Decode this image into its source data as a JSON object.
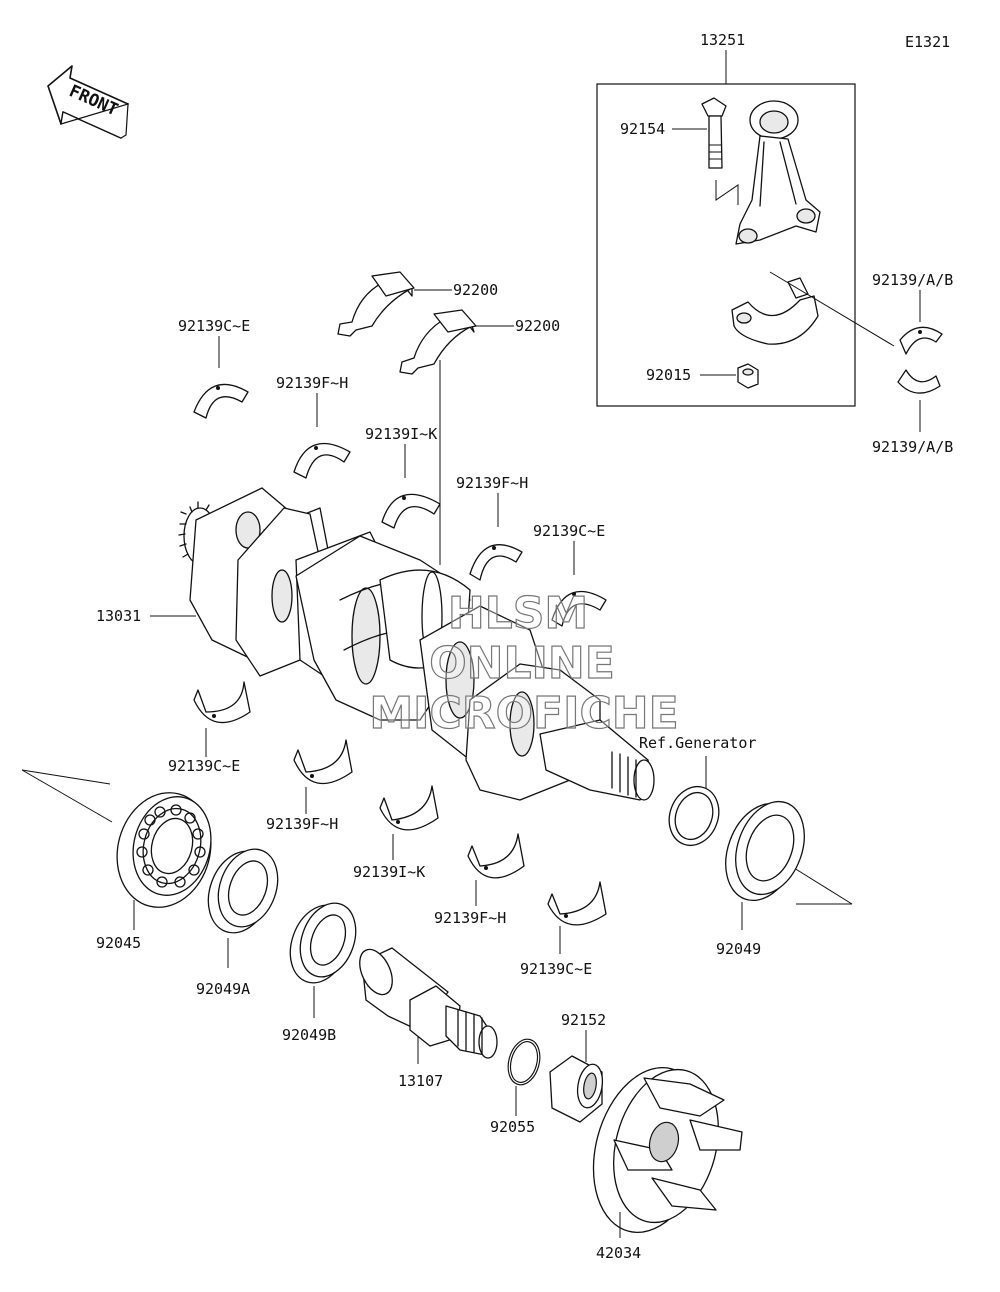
{
  "diagram_id": "E1321",
  "front_label": "FRONT",
  "watermark": [
    "HLSM",
    "ONLINE",
    "MICROFICHE"
  ],
  "labels": {
    "conrod_assy": "13251",
    "conrod_bolt": "92154",
    "conrod_nut": "92015",
    "conrod_bearing_top": "92139/A/B",
    "conrod_bearing_bottom": "92139/A/B",
    "thrust_washer_1": "92200",
    "thrust_washer_2": "92200",
    "bearing_ce_top": "92139C~E",
    "bearing_fh_top_left": "92139F~H",
    "bearing_ik_top": "92139I~K",
    "bearing_fh_top_right": "92139F~H",
    "bearing_ce_top_right": "92139C~E",
    "crankshaft": "13031",
    "bearing_ce_bottom_left": "92139C~E",
    "bearing_fh_bottom_left": "92139F~H",
    "bearing_ik_bottom": "92139I~K",
    "bearing_fh_bottom_right": "92139F~H",
    "bearing_ce_bottom_right": "92139C~E",
    "ref_generator": "Ref.Generator",
    "ball_bearing": "92045",
    "oil_seal_a": "92049A",
    "oil_seal_b": "92049B",
    "oil_seal": "92049",
    "shaft": "13107",
    "o_ring": "92055",
    "bushing": "92152",
    "coupling": "42034"
  }
}
